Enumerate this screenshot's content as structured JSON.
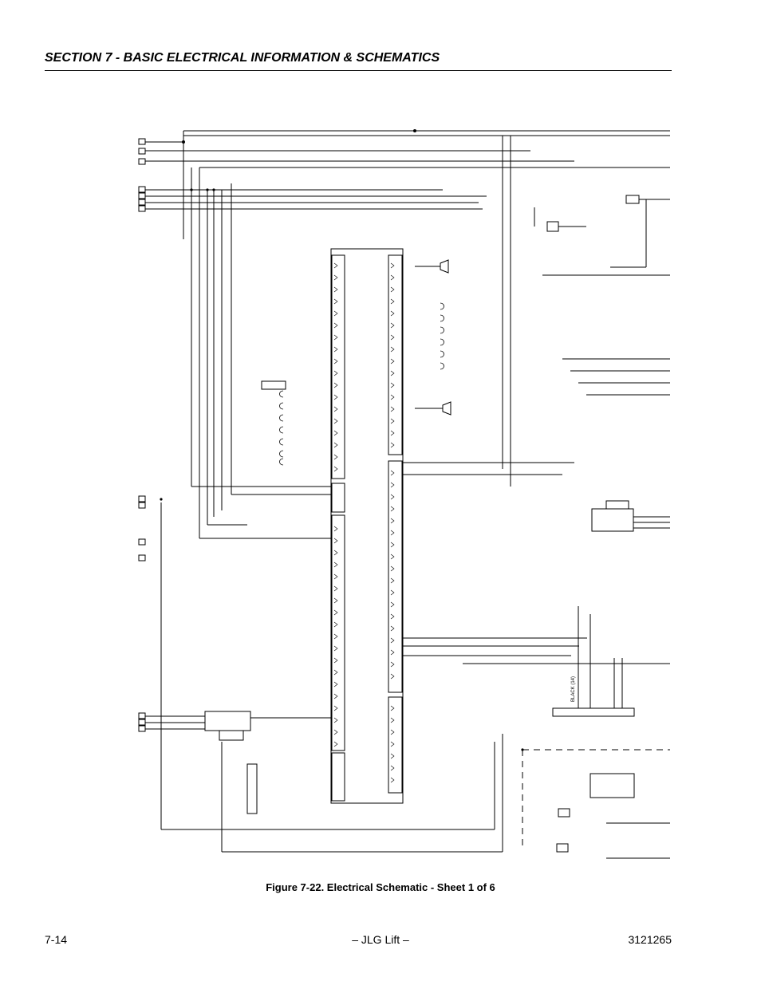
{
  "header": {
    "section_title": "SECTION 7 - BASIC ELECTRICAL INFORMATION & SCHEMATICS"
  },
  "figure": {
    "caption": "Figure 7-22.  Electrical Schematic - Sheet 1 of 6",
    "wire_label": "BLACK (14)"
  },
  "footer": {
    "page_number": "7-14",
    "brand": "– JLG Lift –",
    "doc_number": "3121265"
  }
}
